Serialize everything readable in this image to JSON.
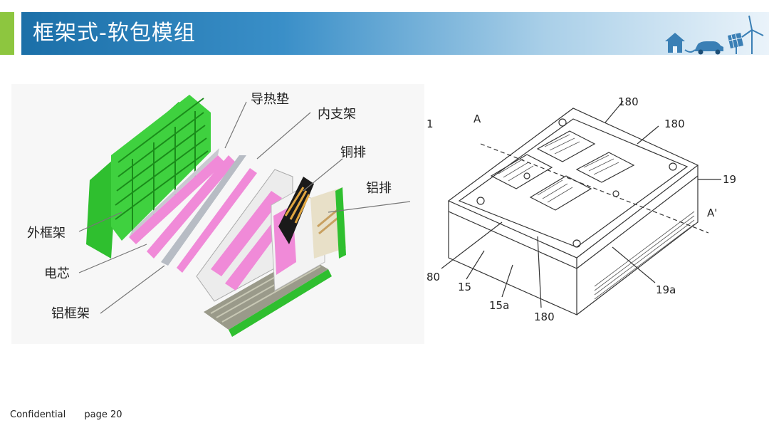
{
  "slide": {
    "title": "框架式-软包模组",
    "footer": {
      "confidential": "Confidential",
      "page": "page 20"
    }
  },
  "left_figure": {
    "labels": {
      "thermal_pad": "导热垫",
      "inner_bracket": "内支架",
      "copper_busbar": "铜排",
      "aluminum_busbar": "铝排",
      "outer_frame": "外框架",
      "cell": "电芯",
      "aluminum_frame": "铝框架"
    }
  },
  "right_figure": {
    "labels": {
      "fig_no": "1",
      "section_a": "A",
      "section_a_prime": "A'",
      "ref_180_top": "180",
      "ref_180_right": "180",
      "ref_180_bottom": "180",
      "ref_19": "19",
      "ref_19a": "19a",
      "ref_80": "80",
      "ref_15": "15",
      "ref_15a": "15a"
    }
  },
  "colors": {
    "banner_dark": "#1b6fa8",
    "accent_green": "#8dc63f",
    "frame_green": "#2fbf2f",
    "thermal_pink": "#f08ad8"
  },
  "icons": [
    "house-icon",
    "car-icon",
    "solar-panel-icon",
    "wind-turbine-icon"
  ]
}
